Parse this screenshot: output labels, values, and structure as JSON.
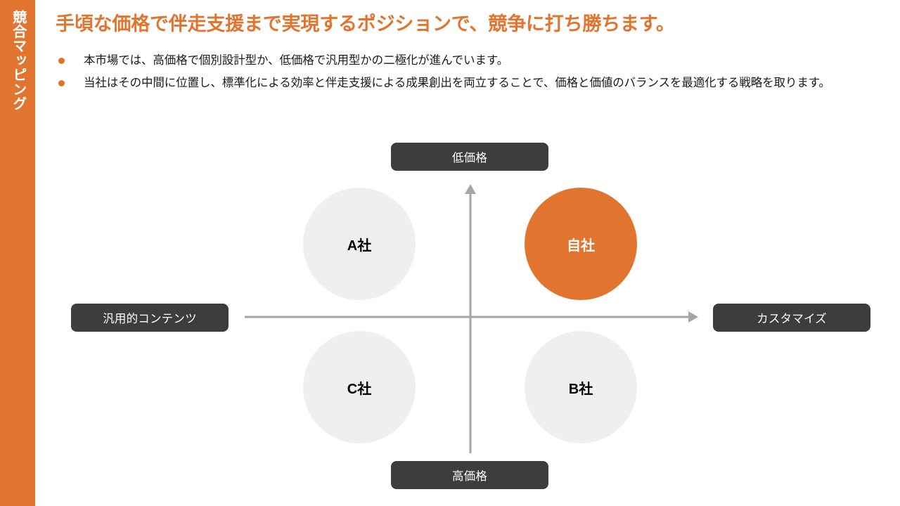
{
  "slide": {
    "side_tab_label": "競合マッピング",
    "title": "手頃な価格で伴走支援まで実現するポジションで、競争に打ち勝ちます。",
    "bullets": [
      "本市場では、高価格で個別設計型か、低価格で汎用型かの二極化が進んでいます。",
      "当社はその中間に位置し、標準化による効率と伴走支援による成果創出を両立することで、価格と価値のバランスを最適化する戦略を取ります。"
    ]
  },
  "colors": {
    "accent": "#E1742F",
    "pill_bg": "#3D3D3D",
    "bubble_gray": "#EFEFEF",
    "axis_gray": "#A6A6A6",
    "body_text": "#1A1A1A"
  },
  "chart_data": {
    "type": "scatter",
    "title": "競合マッピング",
    "xlabel": "",
    "ylabel": "",
    "grid": false,
    "legend": "none",
    "axes": {
      "x": {
        "left_label": "汎用的コンテンツ",
        "right_label": "カスタマイズ",
        "arrow": "right"
      },
      "y": {
        "top_label": "低価格",
        "bottom_label": "高価格",
        "arrow": "up"
      }
    },
    "points": [
      {
        "label": "A社",
        "x": -1,
        "y": 1,
        "quadrant": "upper-left",
        "highlight": false
      },
      {
        "label": "自社",
        "x": 1,
        "y": 1,
        "quadrant": "upper-right",
        "highlight": true
      },
      {
        "label": "C社",
        "x": -1,
        "y": -1,
        "quadrant": "lower-left",
        "highlight": false
      },
      {
        "label": "B社",
        "x": 1,
        "y": -1,
        "quadrant": "lower-right",
        "highlight": false
      }
    ]
  }
}
